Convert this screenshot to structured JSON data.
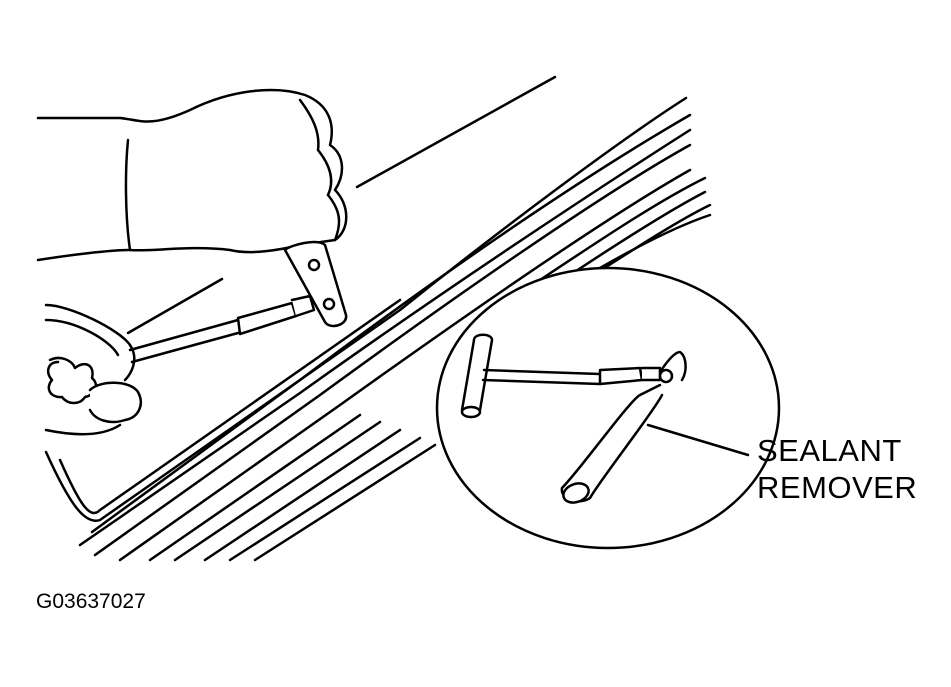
{
  "callout": {
    "line1": "SEALANT",
    "line2": "REMOVER"
  },
  "figure_code": "G03637027"
}
